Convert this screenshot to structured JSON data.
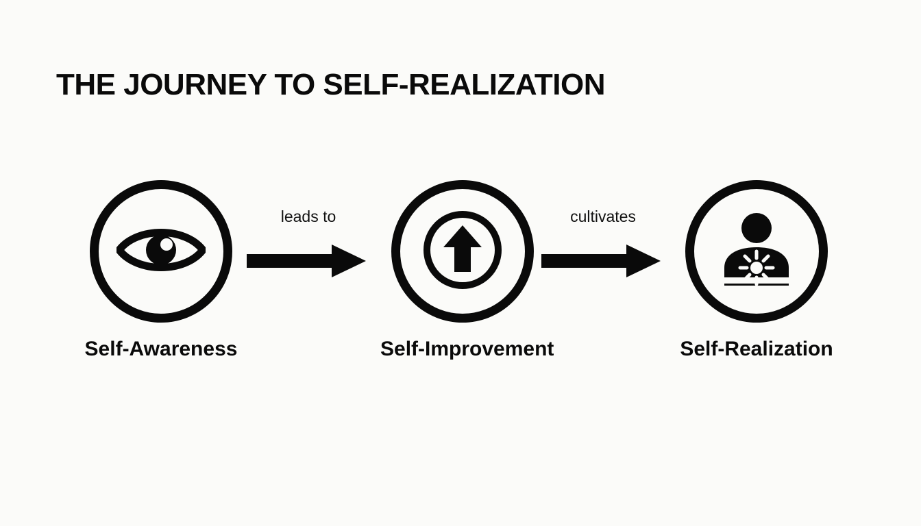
{
  "slide": {
    "title": "THE JOURNEY TO SELF-REALIZATION",
    "background_color": "#fbfbf9",
    "ink_color": "#0a0a0a"
  },
  "diagram": {
    "type": "linear-flow",
    "nodes": [
      {
        "id": "self-awareness",
        "label": "Self-Awareness",
        "icon": "eye-icon"
      },
      {
        "id": "self-improvement",
        "label": "Self-Improvement",
        "icon": "up-arrow-in-circle-icon"
      },
      {
        "id": "self-realization",
        "label": "Self-Realization",
        "icon": "person-with-radiance-icon"
      }
    ],
    "connectors": [
      {
        "id": "connector-leads-to",
        "label": "leads to",
        "icon": "right-arrow-icon"
      },
      {
        "id": "connector-cultivates",
        "label": "cultivates",
        "icon": "right-arrow-icon"
      }
    ]
  }
}
